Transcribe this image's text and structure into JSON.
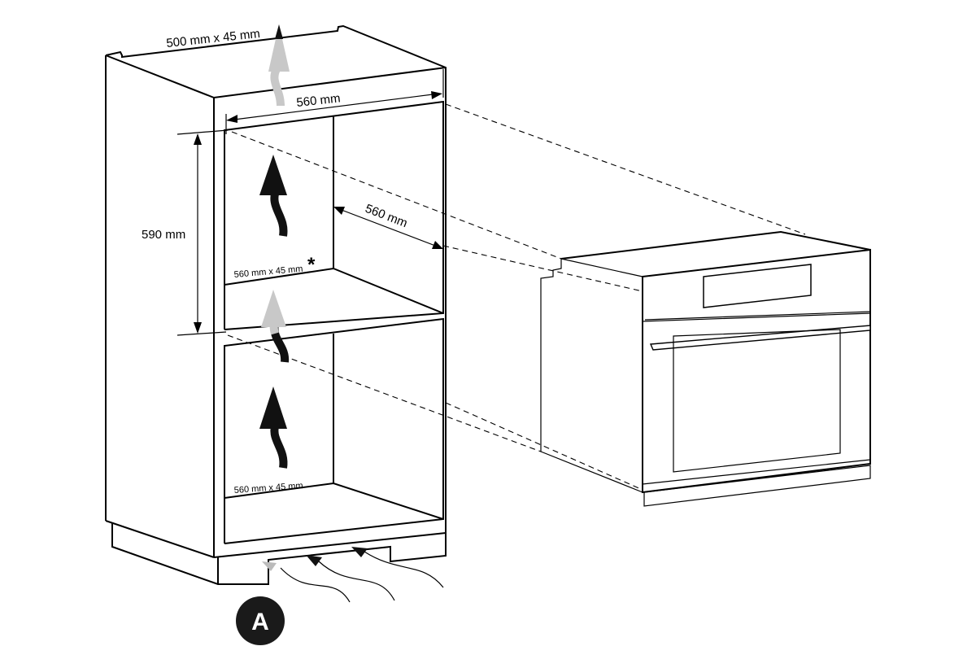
{
  "labels": {
    "top_vent": "500 mm x 45 mm",
    "width": "560 mm",
    "depth": "560 mm",
    "height": "590 mm",
    "shelf_vent": "560 mm x 45 mm",
    "shelf_vent_note": "*",
    "bottom_vent": "560 mm x 45 mm",
    "marker": "A"
  },
  "colors": {
    "line": "#000000",
    "airflow_dark": "#111111",
    "airflow_light": "#c8c8c8",
    "marker_bg": "#1a1a1a"
  }
}
